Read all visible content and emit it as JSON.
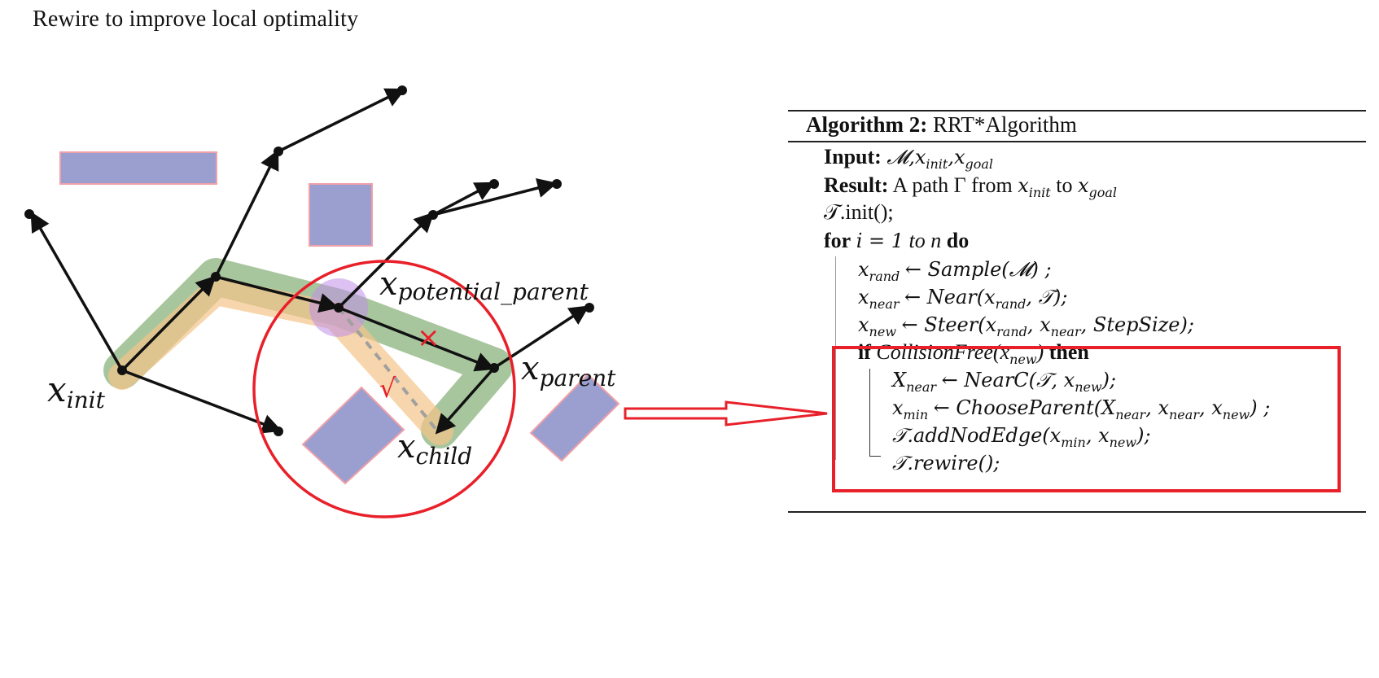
{
  "title": "Rewire to improve local optimality",
  "diagram": {
    "labels": {
      "x_init": {
        "base": "x",
        "sub": "init"
      },
      "x_potential_parent": {
        "base": "x",
        "sub": "potential_parent"
      },
      "x_parent": {
        "base": "x",
        "sub": "parent"
      },
      "x_child": {
        "base": "x",
        "sub": "child"
      }
    },
    "marks": {
      "check": "√",
      "cross": "×"
    },
    "colors": {
      "obstacle_fill": "#9a9fd0",
      "obstacle_border": "#f0a0a8",
      "old_path": "#7aa86a",
      "new_path": "#f5c48a",
      "circle": "#e8202a",
      "highlight_node": "#c08ee8"
    }
  },
  "algorithm": {
    "header_bold": "Algorithm 2:",
    "header_text": "RRT*Algorithm",
    "input_kw": "Input:",
    "input_text": "𝓜,x",
    "input_sub1": "init",
    "input_mid": ",x",
    "input_sub2": "goal",
    "result_kw": "Result:",
    "result_text": "A path Γ from",
    "result_x1": "x",
    "result_sub1": "init",
    "result_to": "to",
    "result_x2": "x",
    "result_sub2": "goal",
    "init_line": "𝒯.init();",
    "for_kw": "for",
    "for_math": "i = 1",
    "for_to": "to n",
    "for_do": "do",
    "l1_x": "x",
    "l1_sub": "rand",
    "l1_rest": "← Sample(𝓜) ;",
    "l2_x": "x",
    "l2_sub": "near",
    "l2_a": "← Near(x",
    "l2_sub2": "rand",
    "l2_b": ", 𝒯);",
    "l3_x": "x",
    "l3_sub": "new",
    "l3_a": "← Steer(x",
    "l3_sub2": "rand",
    "l3_b": ", x",
    "l3_sub3": "near",
    "l3_c": ", StepSize);",
    "if_kw": "if",
    "if_func": "CollisionFree(x",
    "if_sub": "new",
    "if_close": ")",
    "then_kw": "then",
    "l4_x": "X",
    "l4_sub": "near",
    "l4_a": "← NearC(𝒯, x",
    "l4_sub2": "new",
    "l4_b": ");",
    "l5_x": "x",
    "l5_sub": "min",
    "l5_a": "← ChooseParent(X",
    "l5_sub2": "near",
    "l5_b": ", x",
    "l5_sub3": "near",
    "l5_c": ", x",
    "l5_sub4": "new",
    "l5_d": ") ;",
    "l6_a": "𝒯.addNodEdge(x",
    "l6_sub": "min",
    "l6_b": ", x",
    "l6_sub2": "new",
    "l6_c": ");",
    "l7": "𝒯.rewire();"
  }
}
